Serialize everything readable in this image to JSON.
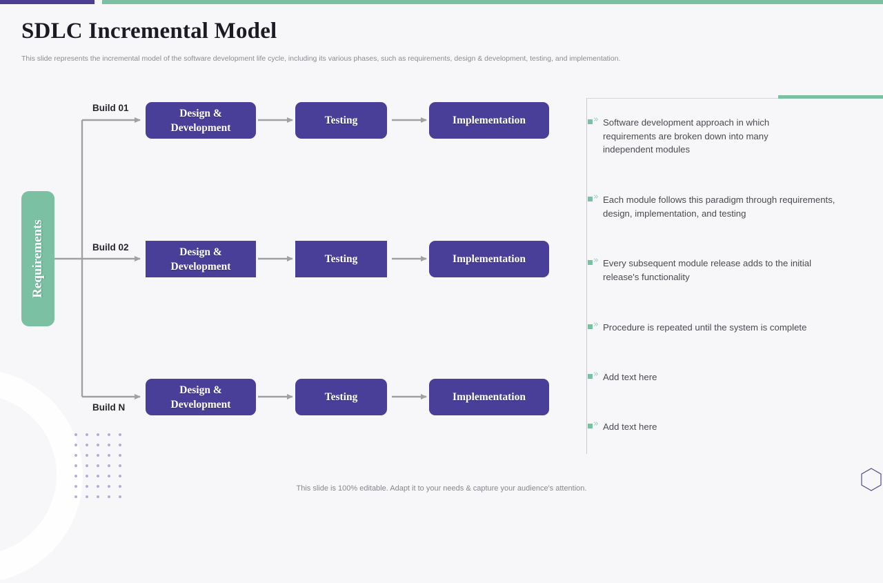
{
  "header": {
    "title": "SDLC Incremental Model",
    "subtitle": "This slide represents the incremental model of the software development life cycle, including its various phases, such as requirements, design & development, testing, and implementation."
  },
  "diagram": {
    "requirements_label": "Requirements",
    "rows": [
      {
        "build_label": "Build 01",
        "stages": [
          {
            "label": "Design & Development"
          },
          {
            "label": "Testing"
          },
          {
            "label": "Implementation"
          }
        ]
      },
      {
        "build_label": "Build 02",
        "stages": [
          {
            "label": "Design & Development"
          },
          {
            "label": "Testing"
          },
          {
            "label": "Implementation"
          }
        ]
      },
      {
        "build_label": "Build N",
        "stages": [
          {
            "label": "Design & Development"
          },
          {
            "label": "Testing"
          },
          {
            "label": "Implementation"
          }
        ]
      }
    ]
  },
  "panel": {
    "bullets": [
      {
        "text": "Software development approach in which requirements are broken down into many independent modules"
      },
      {
        "text": "Each module follows this paradigm through requirements, design, implementation, and testing"
      },
      {
        "text": "Every subsequent module release adds to the initial release's functionality"
      },
      {
        "text": "Procedure is repeated until the system is complete"
      },
      {
        "text": "Add text here"
      },
      {
        "text": "Add text here"
      }
    ]
  },
  "footer": {
    "note": "This slide is 100% editable. Adapt it to your needs & capture your audience's attention."
  },
  "colors": {
    "purple": "#4a3f98",
    "green": "#7cc0a4",
    "background": "#f7f7f9",
    "arrow_gray": "#a0a0a5",
    "text_dark": "#1b1b23",
    "text_muted": "#8b8b93"
  },
  "icons": {
    "bullet_square": "bullet-square-icon",
    "bullet_chevron": "»",
    "hexagon": "hexagon-outline-icon"
  }
}
